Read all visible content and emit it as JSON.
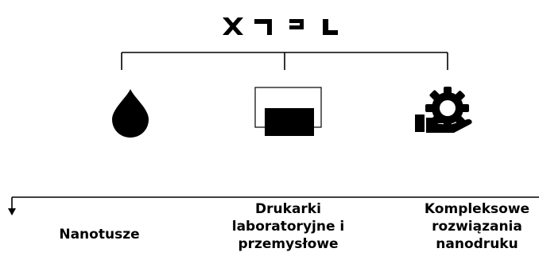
{
  "logo": {
    "text": "XTPL",
    "color": "#000000"
  },
  "branches": [
    {
      "label": "Nanotusze",
      "icon": "ink-drop-icon"
    },
    {
      "label": "Drukarki\nlaboratoryjne i\nprzemysłowe",
      "icon": "printer-icon"
    },
    {
      "label": "Kompleksowe\nrozwiązania\nnanodruku",
      "icon": "hand-gear-icon"
    }
  ],
  "colors": {
    "lines": "#000000",
    "icons": "#000000",
    "background": "#ffffff"
  }
}
